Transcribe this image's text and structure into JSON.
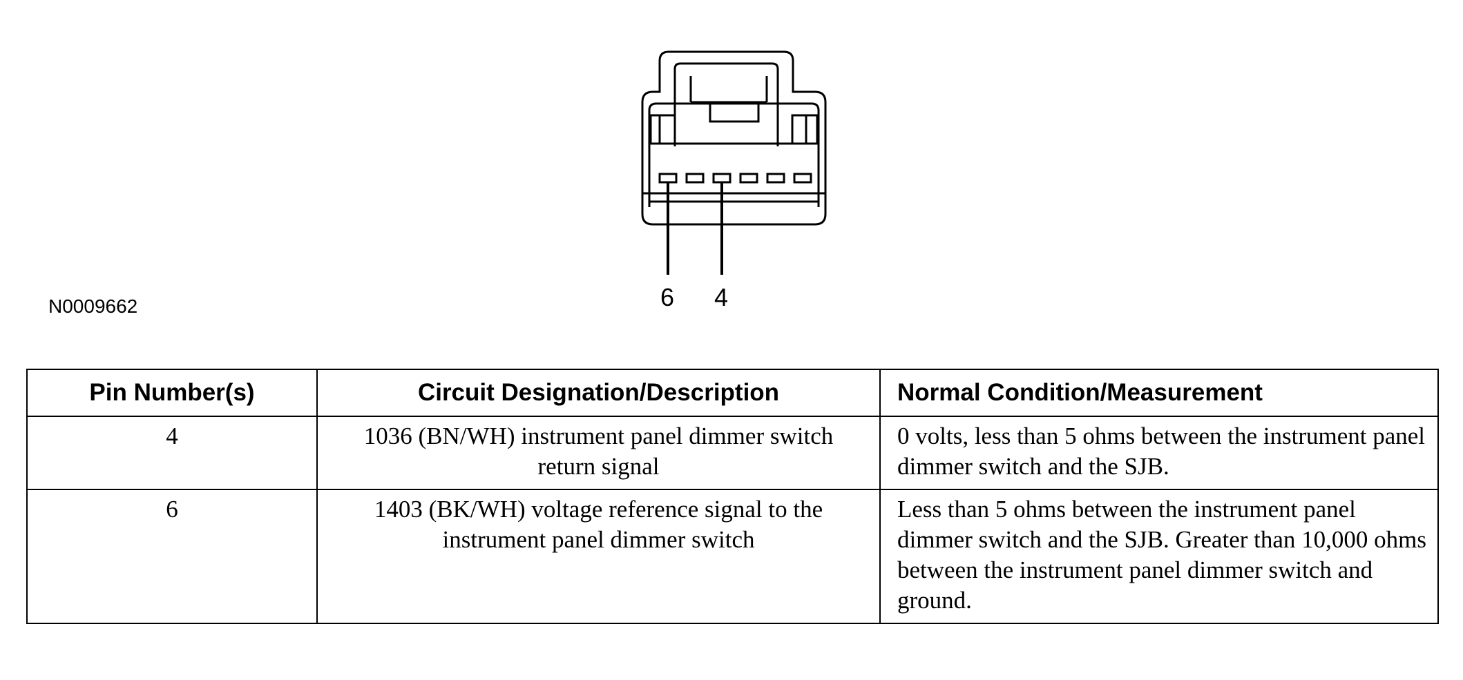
{
  "figure": {
    "reference_id": "N0009662",
    "pin_callouts": [
      "6",
      "4"
    ]
  },
  "table": {
    "headers": [
      "Pin Number(s)",
      "Circuit Designation/Description",
      "Normal Condition/Measurement"
    ],
    "rows": [
      {
        "pin": "4",
        "circuit": "1036 (BN/WH) instrument panel dimmer switch return signal",
        "measurement": "0 volts, less than 5 ohms between the instrument panel dimmer switch and the SJB."
      },
      {
        "pin": "6",
        "circuit": "1403 (BK/WH) voltage reference signal to the instrument panel dimmer switch",
        "measurement": "Less than 5 ohms between the instrument panel dimmer switch and the SJB. Greater than 10,000 ohms between the instrument panel dimmer switch and ground."
      }
    ]
  }
}
